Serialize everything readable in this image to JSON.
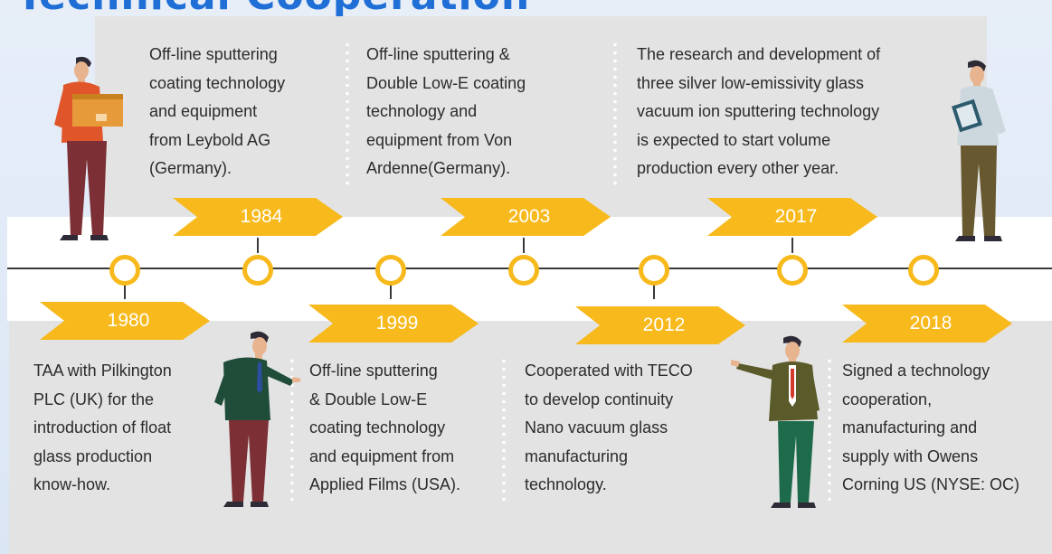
{
  "title": "Technical Cooperation",
  "colors": {
    "accent": "#f7b91b",
    "band": "#e3e3e3",
    "title": "#1f6fd6"
  },
  "milestones": [
    {
      "year": "1980",
      "lines": [
        "TAA with Pilkington",
        "PLC (UK) for the",
        "introduction of float",
        "glass production",
        "know-how."
      ]
    },
    {
      "year": "1984",
      "lines": [
        "Off-line sputtering",
        "coating technology",
        "and equipment",
        "from Leybold AG",
        "(Germany)."
      ]
    },
    {
      "year": "1999",
      "lines": [
        "Off-line sputtering",
        "& Double Low-E",
        "coating technology",
        "and equipment from",
        "Applied Films (USA)."
      ]
    },
    {
      "year": "2003",
      "lines": [
        "Off-line sputtering &",
        "Double Low-E coating",
        "technology and",
        "equipment from Von",
        "Ardenne(Germany)."
      ]
    },
    {
      "year": "2012",
      "lines": [
        "Cooperated with TECO",
        "to develop continuity",
        "Nano vacuum glass",
        "manufacturing",
        "technology."
      ]
    },
    {
      "year": "2017",
      "lines": [
        "The research and development of",
        "three silver low-emissivity glass",
        "vacuum ion sputtering technology",
        "is expected to start volume",
        "production every other year."
      ]
    },
    {
      "year": "2018",
      "lines": [
        "Signed a technology",
        "cooperation,",
        "manufacturing and",
        "supply with Owens",
        "Corning US (NYSE: OC)"
      ]
    }
  ]
}
